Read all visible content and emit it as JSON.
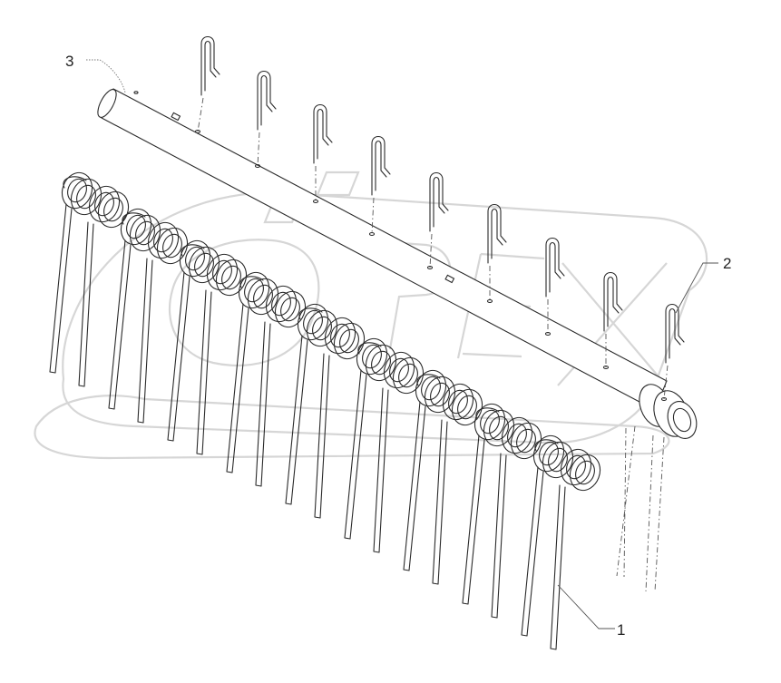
{
  "corner_mark": "",
  "callouts": [
    {
      "id": "1",
      "label": "1"
    },
    {
      "id": "2",
      "label": "2"
    },
    {
      "id": "3",
      "label": "3"
    }
  ],
  "colors": {
    "line": "#2a2a2a",
    "watermark": "#d6d6d6",
    "background": "#ffffff"
  },
  "icons": {
    "watermark": "brand-watermark-icon"
  }
}
